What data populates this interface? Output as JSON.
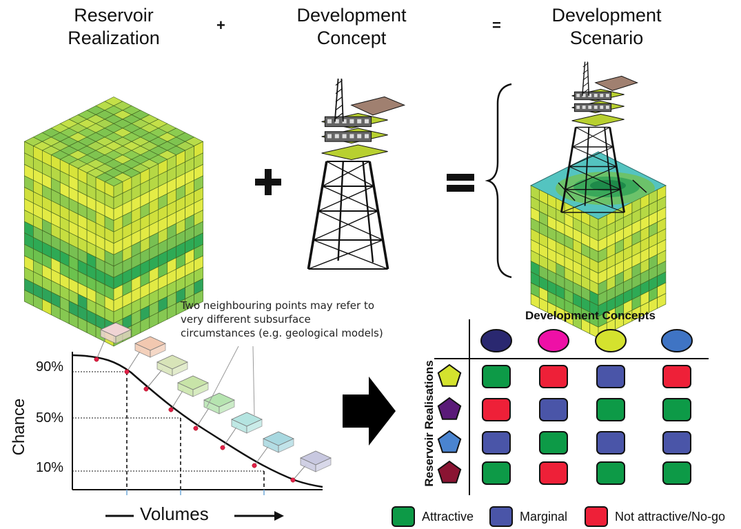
{
  "header": {
    "col1_line1": "Reservoir",
    "col1_line2": "Realization",
    "plus": "+",
    "col2_line1": "Development",
    "col2_line2": "Concept",
    "equals": "=",
    "col3_line1": "Development",
    "col3_line2": "Scenario"
  },
  "curve": {
    "ylabel": "Chance",
    "xlabel": "Volumes",
    "ticks": [
      "90%",
      "50%",
      "10%"
    ],
    "note_lines": [
      "Two neighbouring points may refer to",
      "very different subsurface",
      "circumstances (e.g. geological models)"
    ]
  },
  "matrix": {
    "title": "Development Concepts",
    "row_axis_label": "Reservoir Realisations",
    "concept_colors": [
      "#2a2870",
      "#ee10a6",
      "#d4e22e",
      "#3f74c4"
    ],
    "realisation_colors": [
      "#d4e22e",
      "#5a1a78",
      "#4a84d0",
      "#8a1432"
    ],
    "cells": [
      [
        "attractive",
        "no-go",
        "marginal",
        "no-go"
      ],
      [
        "no-go",
        "marginal",
        "attractive",
        "attractive"
      ],
      [
        "marginal",
        "attractive",
        "marginal",
        "marginal"
      ],
      [
        "attractive",
        "no-go",
        "attractive",
        "attractive"
      ]
    ],
    "status_colors": {
      "attractive": "#0d9a47",
      "marginal": "#4a55a8",
      "no-go": "#ee2038"
    }
  },
  "legend": {
    "attractive": "Attractive",
    "marginal": "Marginal",
    "nogo": "Not attractive/No-go"
  }
}
